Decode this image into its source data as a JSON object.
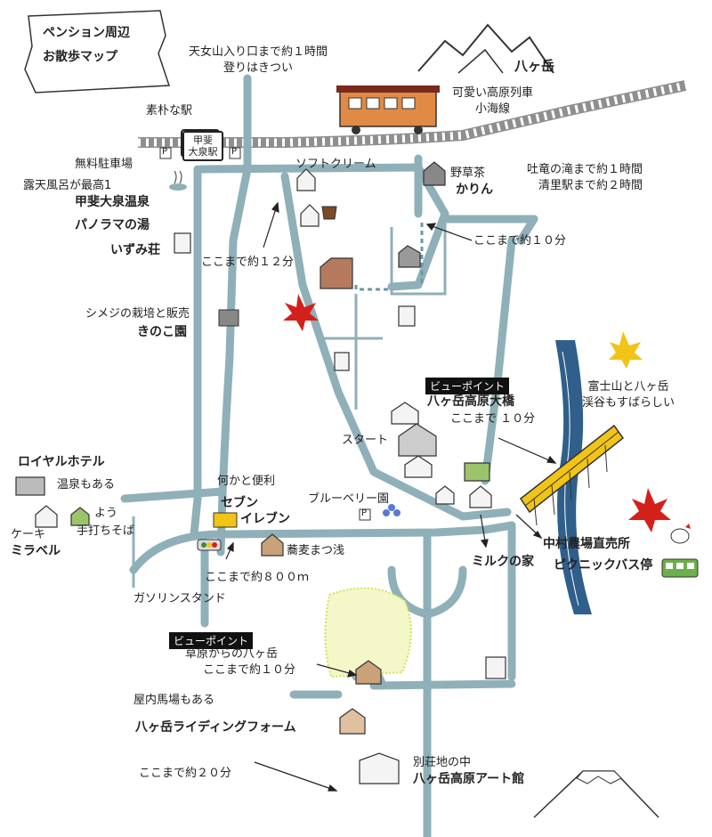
{
  "title": {
    "line1": "ペンション周辺",
    "line2": "お散歩マップ"
  },
  "colors": {
    "road": "#8fb0b8",
    "river": "#2f5f8a",
    "rail": "#8f8f8f",
    "leaf_red": "#d4201a",
    "leaf_yellow": "#f1c416",
    "meadow": "#e4ef7a"
  },
  "labels": {
    "amanyo": "天女山入り口まで約１時間\n登りはきつい",
    "yatsugatake": "八ヶ岳",
    "kawaii_train": "可愛い高原列車\n小海線",
    "soboku_eki": "素朴な駅",
    "station": "甲斐\n大泉駅",
    "muryo_parking": "無料駐車場",
    "soft_cream": "ソフトクリーム",
    "yasoucha": "野草茶",
    "karin": "かりん",
    "ryuryu": "吐竜の滝まで約１時間\n清里駅まで約２時間",
    "rotenburo": "露天風呂が最高1",
    "onsen": "甲斐大泉温泉",
    "panorama": "パノラマの湯",
    "izumi": "いずみ荘",
    "koko_10_top": "ここまで約１０分",
    "koko_12": "ここまで約１２分",
    "shimeji": "シメジの栽培と販売",
    "kinoko": "きのこ園",
    "view_badge1": "ビューポイント",
    "ohashi": "八ヶ岳高原大橋",
    "koko_10_bridge": "ここまで １０分",
    "fuji_keikoku": "富士山と八ヶ岳\n渓谷もすばらしい",
    "start": "スタート",
    "royal": "ロイヤルホテル",
    "onsen_mo": "温泉もある",
    "nanika": "何かと便利",
    "seven": "セブン",
    "eleven": "イレブン",
    "blueberry": "ブルーベリー園",
    "you": "よう",
    "teuchi": "手打ちそば",
    "cake": "ケーキ",
    "mirabel": "ミラベル",
    "sobamatsu": "蕎麦まつ浅",
    "koko_800": "ここまで約８００ｍ",
    "milk": "ミルクの家",
    "nakamura": "中村農場直売所",
    "picnic": "ピクニックバス停",
    "gasoline": "ガソリンスタンド",
    "view_badge2": "ビューポイント",
    "sougen": "草原からの八ヶ岳",
    "koko_10_meadow": "ここまで約１０分",
    "okunai": "屋内馬場もある",
    "riding": "八ヶ岳ライディングフォーム",
    "koko_20": "ここまで約２０分",
    "bessouchi": "別荘地の中",
    "art": "八ヶ岳高原アート館"
  },
  "icons": {
    "parking": "parking-sign-icon",
    "train": "train-icon",
    "mountain": "mountain-icon",
    "maple": "maple-leaf-icon",
    "ginkgo": "ginkgo-leaf-icon",
    "house": "house-icon",
    "bus": "bus-icon",
    "chicken": "chicken-icon",
    "fuji": "mount-fuji-icon",
    "traffic_light": "traffic-light-icon",
    "store": "convenience-store-icon",
    "onsen": "hot-spring-icon",
    "bridge": "bridge-icon",
    "blueberry": "blueberry-icon",
    "cafe": "cafe-cup-icon"
  },
  "parking_letter": "P"
}
